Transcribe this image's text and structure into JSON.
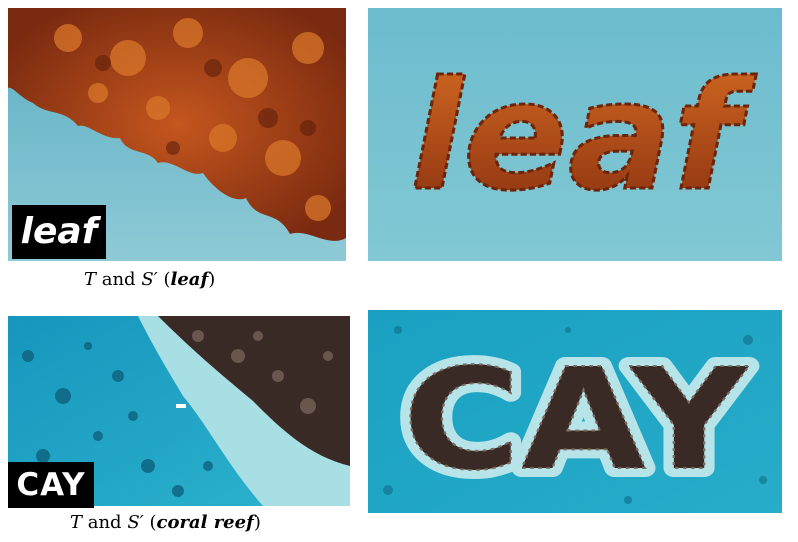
{
  "panels": {
    "leaf_tag_text": "leaf",
    "leaf_output_text": "leaf",
    "cay_tag_text": "CAY",
    "cay_output_text": "CAY"
  },
  "captions": [
    {
      "t": "T",
      "and": " and ",
      "s": "S′",
      "open": " (",
      "style": "leaf",
      "close": ")"
    },
    {
      "t": "T",
      "and": " and ",
      "s": "S′",
      "open": " (",
      "style": "coral reef",
      "close": ")"
    }
  ],
  "colors": {
    "sky": "#6fb9c9",
    "foliage": "#b4481a",
    "sea": "#1fa3c1",
    "reef": "#3a2a26",
    "sand": "#a7dde3"
  }
}
